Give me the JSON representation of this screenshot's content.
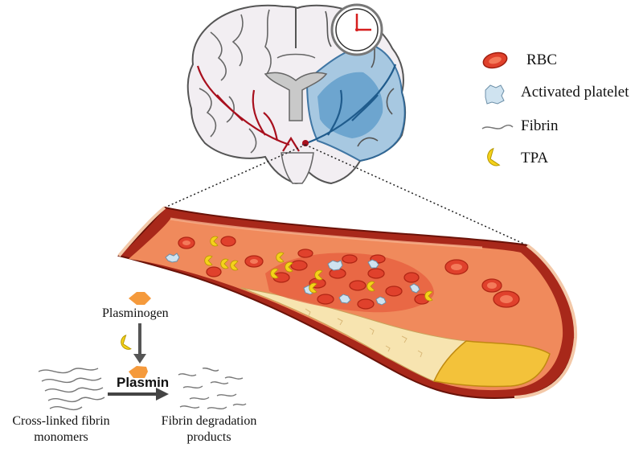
{
  "legend": {
    "items": [
      {
        "id": "rbc",
        "label": "RBC",
        "icon": "red-blood-cell-icon"
      },
      {
        "id": "platelet",
        "label": "Activated platelet",
        "icon": "activated-platelet-icon"
      },
      {
        "id": "fibrin",
        "label": "Fibrin",
        "icon": "fibrin-strand-icon"
      },
      {
        "id": "tpa",
        "label": "TPA",
        "icon": "tpa-pacman-icon"
      }
    ]
  },
  "pathway": {
    "plasminogen": "Plasminogen",
    "plasmin": "Plasmin",
    "input_label_line1": "Cross-linked fibrin",
    "input_label_line2": "monomers",
    "output_label_line1": "Fibrin degradation",
    "output_label_line2": "products"
  },
  "colors": {
    "rbc": "#e0412c",
    "rbc_light": "#f47a5a",
    "vessel_wall": "#a8281a",
    "vessel_lumen": "#f08a5c",
    "plaque": "#f7e4b0",
    "plaque_core": "#f3c23a",
    "platelet": "#cfe3f0",
    "tpa": "#f5d21a",
    "plasminogen": "#f59a3c",
    "ischemia": "#3d7fb8",
    "artery": "#a8101e",
    "brain_fill": "#f2eef2"
  }
}
